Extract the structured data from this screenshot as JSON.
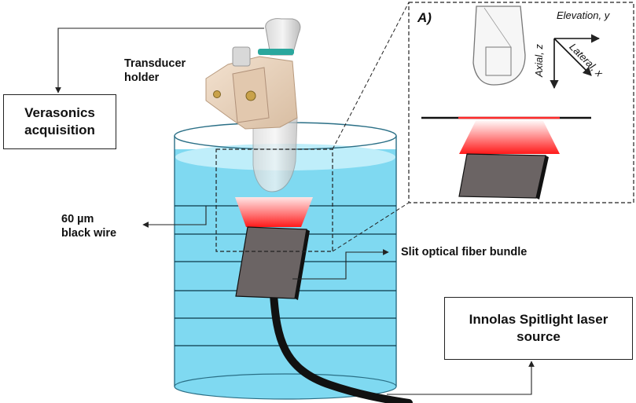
{
  "labels": {
    "verasonics_acquisition": "Verasonics\nacquisition",
    "transducer_holder": "Transducer\nholder",
    "black_wire": "60 µm\nblack wire",
    "slit_fiber_bundle": "Slit optical fiber bundle",
    "laser_source": "Innolas Spitlight laser\nsource"
  },
  "inset": {
    "panel_label": "A)",
    "axes": {
      "elevation": "Elevation, y",
      "axial": "Axial, z",
      "lateral": "Lateral, x"
    }
  },
  "colors": {
    "water": "#7fd9f1",
    "water_surface": "#bfeefa",
    "light_beam": "#ff2a2a",
    "bundle": "#6b6464",
    "cable": "#111111",
    "holder": "#e8d2bd"
  }
}
